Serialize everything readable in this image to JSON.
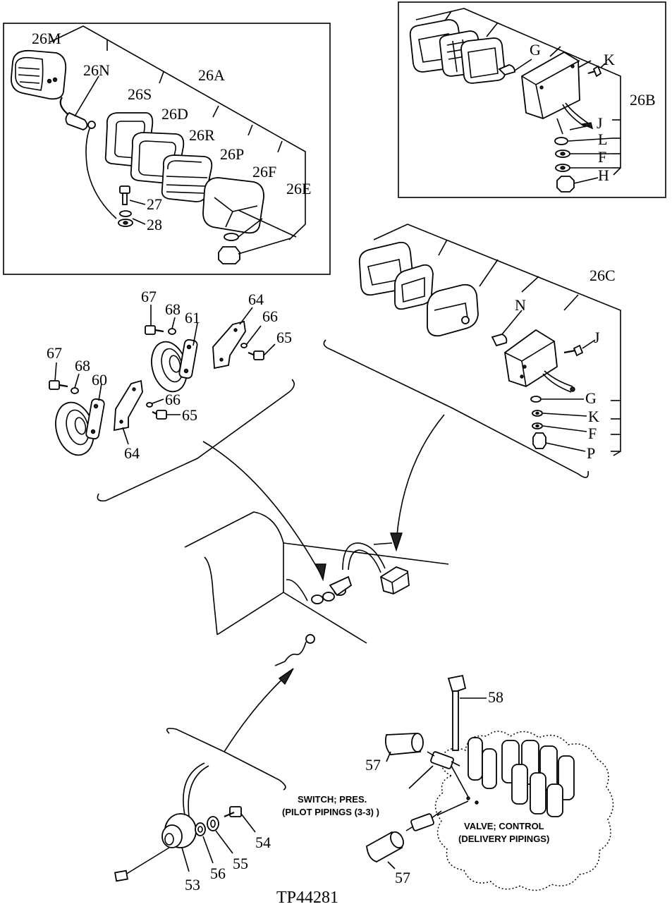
{
  "reference": "TP44281",
  "captions": {
    "switch_line1": "SWITCH; PRES.",
    "switch_line2": "(PILOT PIPINGS (3-3) )",
    "valve_line1": "VALVE; CONTROL",
    "valve_line2": "(DELIVERY PIPINGS)"
  },
  "labels": {
    "l26M": "26M",
    "l26N": "26N",
    "l26S": "26S",
    "l26A": "26A",
    "l26D": "26D",
    "l26R": "26R",
    "l26P": "26P",
    "l26F": "26F",
    "l26E": "26E",
    "l27": "27",
    "l28": "28",
    "bG": "G",
    "bK": "K",
    "l26B": "26B",
    "bJ": "J",
    "bL": "L",
    "bF": "F",
    "bH": "H",
    "l26C": "26C",
    "cN": "N",
    "cJ": "J",
    "cG": "G",
    "cK": "K",
    "cF": "F",
    "cP": "P",
    "l67a": "67",
    "l68a": "68",
    "l61": "61",
    "l64a": "64",
    "l66a": "66",
    "l65a": "65",
    "l67b": "67",
    "l68b": "68",
    "l60": "60",
    "l66b": "66",
    "l65b": "65",
    "l64b": "64",
    "l58": "58",
    "l57a": "57",
    "l57b": "57",
    "l54": "54",
    "l55": "55",
    "l56": "56",
    "l53": "53"
  }
}
